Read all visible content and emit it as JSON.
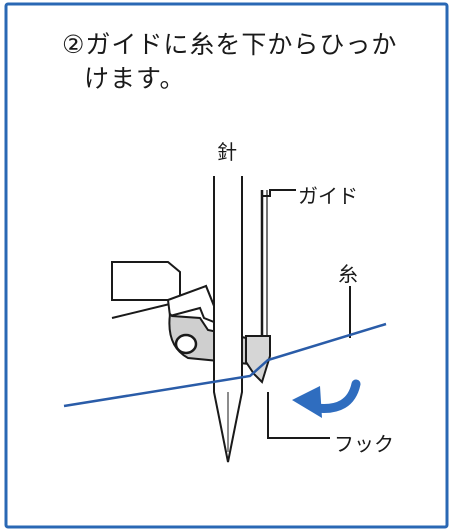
{
  "instruction": {
    "line1": "②ガイドに糸を下からひっか",
    "line2": "けます。"
  },
  "labels": {
    "needle": "針",
    "guide": "ガイド",
    "thread": "糸",
    "hook": "フック"
  },
  "colors": {
    "border": "#2a68b4",
    "thread": "#2a5ca8",
    "arrow": "#2f6dbf",
    "part_shade": "#cfcfcf",
    "ink": "#1a1a1a"
  }
}
